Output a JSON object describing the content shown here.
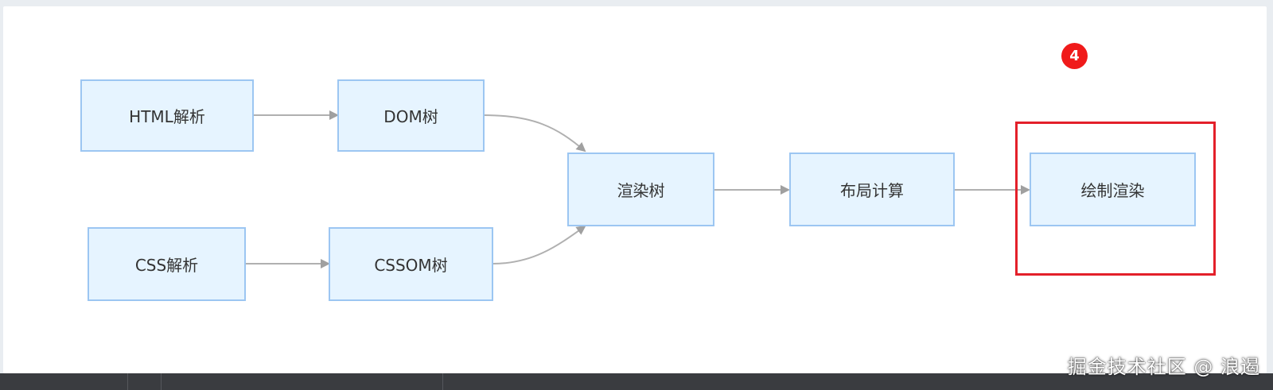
{
  "diagram": {
    "nodes": {
      "html_parse": "HTML解析",
      "dom_tree": "DOM树",
      "css_parse": "CSS解析",
      "cssom_tree": "CSSOM树",
      "render_tree": "渲染树",
      "layout": "布局计算",
      "paint": "绘制渲染"
    },
    "edges": [
      {
        "from": "html_parse",
        "to": "dom_tree"
      },
      {
        "from": "dom_tree",
        "to": "render_tree"
      },
      {
        "from": "css_parse",
        "to": "cssom_tree"
      },
      {
        "from": "cssom_tree",
        "to": "render_tree"
      },
      {
        "from": "render_tree",
        "to": "layout"
      },
      {
        "from": "layout",
        "to": "paint"
      }
    ]
  },
  "annotation": {
    "step_badge": "4",
    "highlight_color": "#e3202a",
    "badge_color": "#f01a1a"
  },
  "watermark": "掘金技术社区 @ 浪遏",
  "colors": {
    "node_fill": "#e6f4ff",
    "node_border": "#9cc6f2",
    "edge": "#a9a9a9"
  }
}
